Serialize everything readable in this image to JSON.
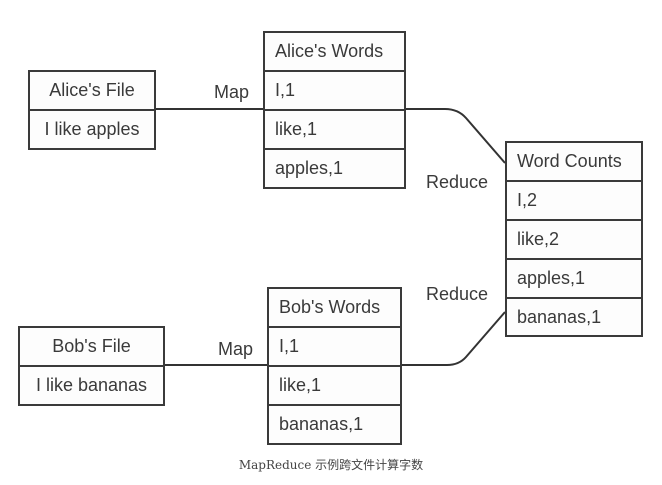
{
  "diagram": {
    "alice_file": {
      "title": "Alice's File",
      "content": "I like apples"
    },
    "bob_file": {
      "title": "Bob's File",
      "content": "I like bananas"
    },
    "alice_words": {
      "title": "Alice's Words",
      "rows": [
        "I,1",
        "like,1",
        "apples,1"
      ]
    },
    "bob_words": {
      "title": "Bob's Words",
      "rows": [
        "I,1",
        "like,1",
        "bananas,1"
      ]
    },
    "word_counts": {
      "title": "Word Counts",
      "rows": [
        "I,2",
        "like,2",
        "apples,1",
        "bananas,1"
      ]
    },
    "edge_labels": {
      "alice_map": "Map",
      "bob_map": "Map",
      "alice_reduce": "Reduce",
      "bob_reduce": "Reduce"
    },
    "line_color": "#333333"
  },
  "caption": "MapReduce 示例跨文件计算字数"
}
